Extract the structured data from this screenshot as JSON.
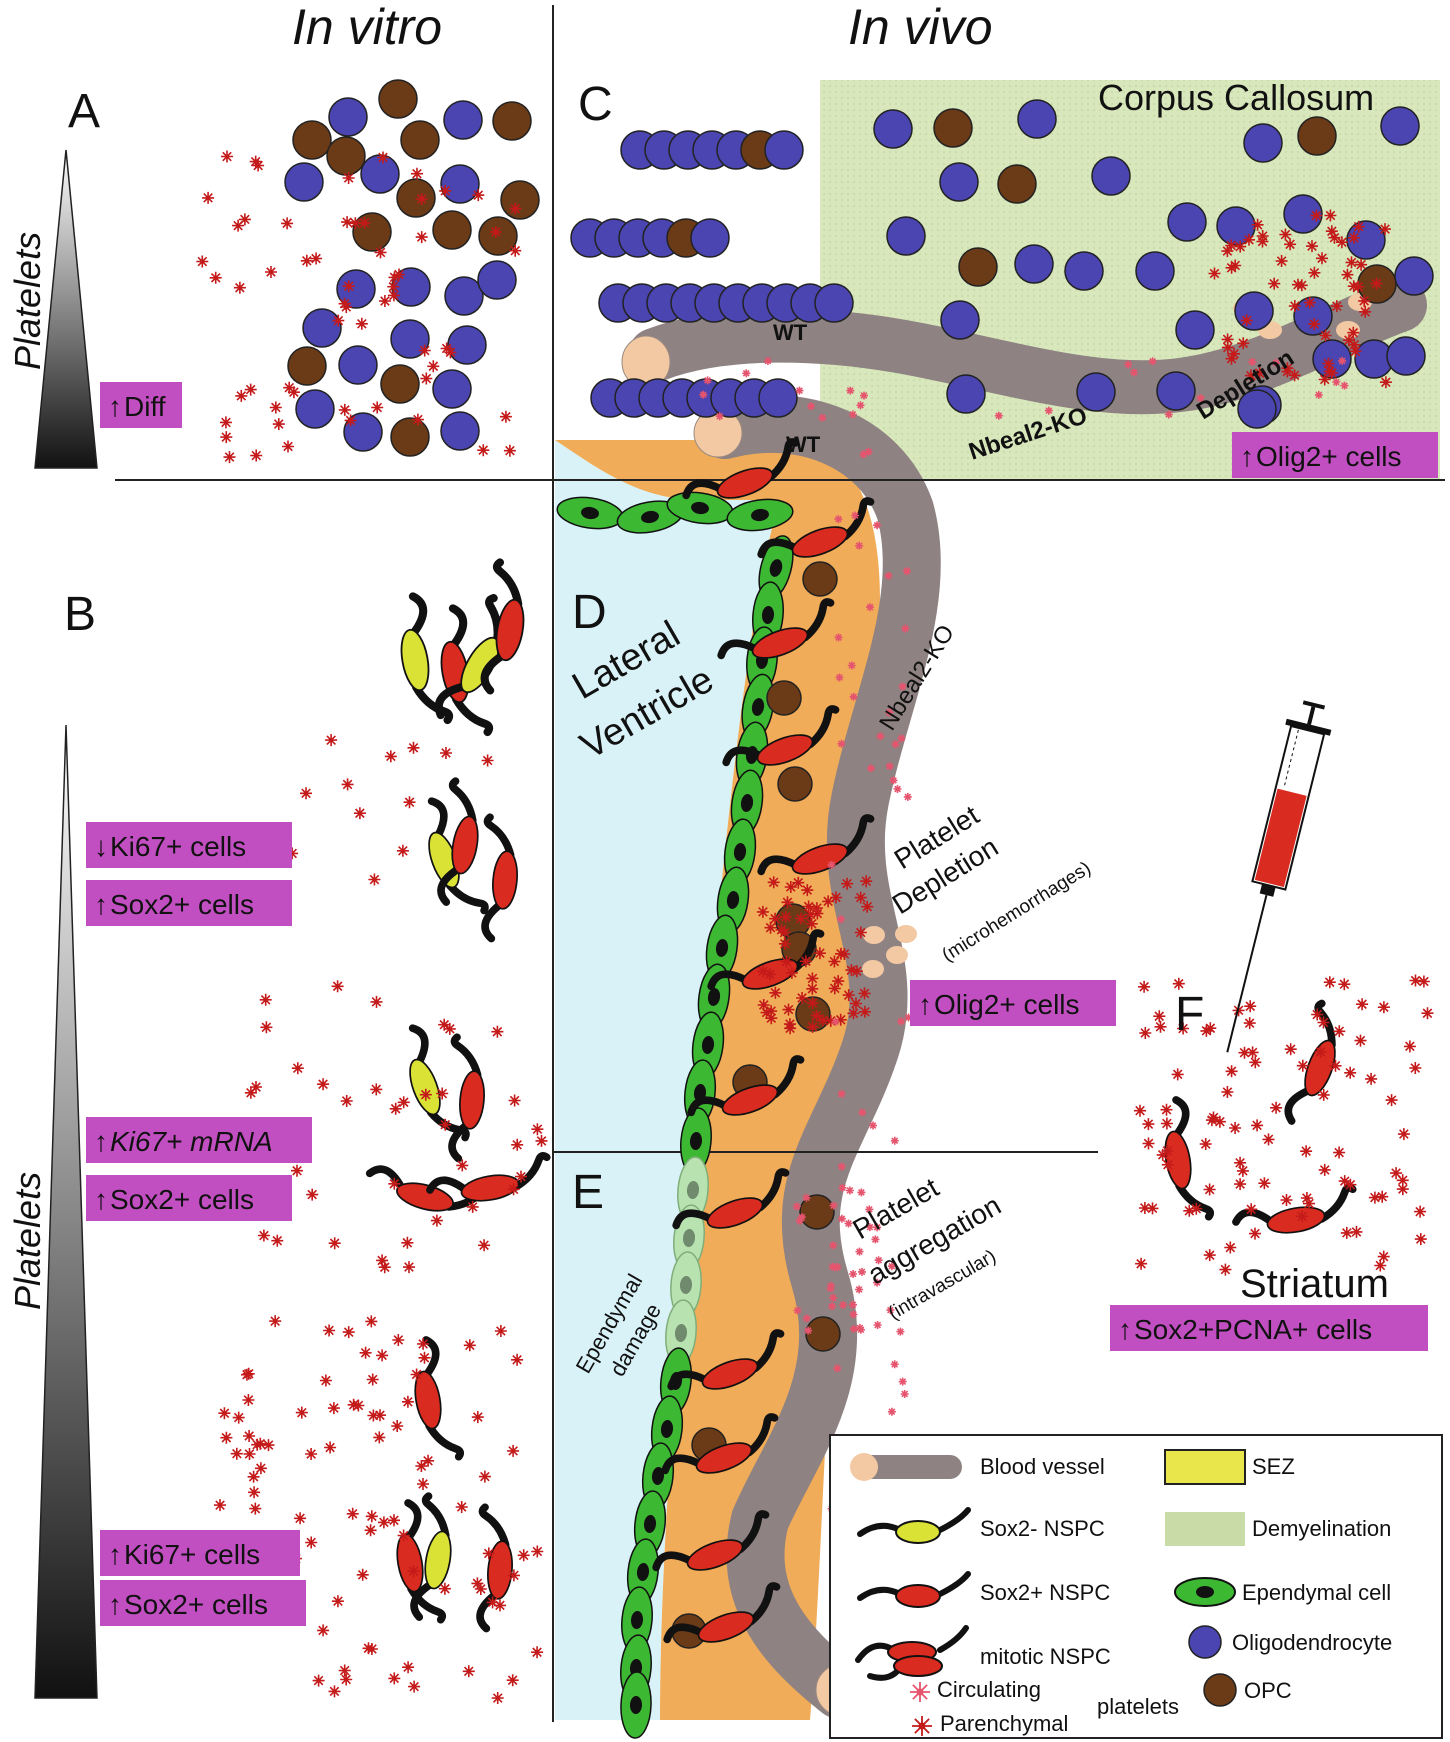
{
  "headers": {
    "in_vitro": "In vitro",
    "in_vivo": "In vivo"
  },
  "panels": {
    "a": "A",
    "b": "B",
    "c": "C",
    "d": "D",
    "e": "E",
    "f": "F"
  },
  "axis": {
    "platelets_a": "Platelets",
    "platelets_b": "Platelets"
  },
  "regions": {
    "corpus_callosum": "Corpus Callosum",
    "lateral_ventricle_1": "Lateral",
    "lateral_ventricle_2": "Ventricle",
    "striatum": "Striatum"
  },
  "vessel_labels": {
    "wt1": "WT",
    "wt2": "WT",
    "nbeal2_ko_c": "Nbeal2-KO",
    "depletion_c": "Depletion",
    "nbeal2_ko_d": "Nbeal2-KO",
    "platelet_1": "Platelet",
    "depletion_d": "Depletion",
    "microhem": "(microhemorrhages)",
    "platelet_2": "Platelet",
    "aggregation": "aggregation",
    "intravascular": "(intravascular)",
    "ependymal": "Ependymal",
    "damage": "damage"
  },
  "result_tags": {
    "a_diff": "Diff",
    "b_ki67_down": "Ki67+ cells",
    "b_sox2_1": "Sox2+ cells",
    "b_ki67_mrna": "Ki67+ mRNA",
    "b_sox2_2": "Sox2+ cells",
    "b_ki67_up": "Ki67+ cells",
    "b_sox2_3": "Sox2+ cells",
    "c_olig2": "Olig2+ cells",
    "d_olig2": "Olig2+ cells",
    "f_sox2pcna": "Sox2+PCNA+ cells"
  },
  "legend": {
    "blood_vessel": "Blood vessel",
    "sez": "SEZ",
    "sox2_neg": "Sox2- NSPC",
    "demyelination": "Demyelination",
    "sox2_pos": "Sox2+ NSPC",
    "ependymal": "Ependymal cell",
    "mitotic": "mitotic NSPC",
    "oligodendrocyte": "Oligodendrocyte",
    "circulating": "Circulating",
    "platelets": "platelets",
    "opc": "OPC",
    "parenchymal": "Parenchymal"
  },
  "colors": {
    "tag_bg": "#c24fc2",
    "oligodendrocyte": "#4a45b0",
    "opc": "#6b3a17",
    "sez": "#e8e64a",
    "demyelination": "#d8e8bc",
    "ependymal": "#3db832",
    "ventricle": "#d9f2f7",
    "sez_tissue": "#f0ac58",
    "vessel": "#8f8282",
    "vessel_end": "#f3c9a4",
    "nspc_neg": "#d9e235",
    "nspc_pos": "#d92b1f",
    "platelet": "#c41a1a",
    "circulating_platelet": "#e5556e"
  }
}
